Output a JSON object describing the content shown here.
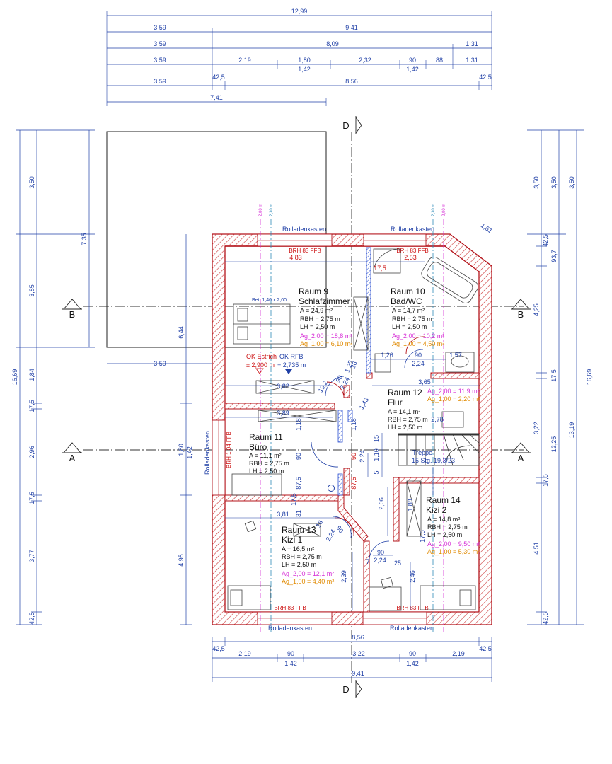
{
  "colors": {
    "wall": "#b3131a",
    "hatch": "#cc3333",
    "dimension": "#1f3fa6",
    "axis": "#333333",
    "ag2": "#d62fd6",
    "ag1": "#e08a00",
    "furniture": "#444444"
  },
  "top_dims": {
    "row1": [
      "12,99"
    ],
    "row2": [
      "3,59",
      "9,41"
    ],
    "row3": [
      "3,59",
      "8,09",
      "1,31"
    ],
    "row4": [
      "3,59",
      "2,19",
      "1,80",
      "2,32",
      "90",
      "88",
      "1,31"
    ],
    "row4_sub": [
      "1,42",
      "1,42"
    ],
    "row5": [
      "3,59",
      "42,5",
      "8,56",
      "42,5"
    ],
    "row6": [
      "7,41"
    ]
  },
  "bottom_dims": {
    "row1": [
      "42,5",
      "8,56",
      "42,5"
    ],
    "row2": [
      "2,19",
      "90",
      "3,22",
      "90",
      "2,19"
    ],
    "row2_sub": [
      "1,42",
      "1,42"
    ],
    "row3": [
      "9,41"
    ]
  },
  "left_dims": {
    "outer": [
      "16,69"
    ],
    "mid": [
      "3,50",
      "3,85",
      "1,84",
      "17,5",
      "2,96",
      "17,5",
      "3,77",
      "42,5"
    ],
    "inner": [
      "7,35"
    ],
    "wall_side": [
      "6,44",
      "1,80",
      "1,42",
      "4,95"
    ]
  },
  "right_dims": {
    "outer": [
      "16,69"
    ],
    "mid": [
      "3,50",
      "13,19"
    ],
    "inner": [
      "3,50",
      "42,5",
      "93,7",
      "4,25",
      "17,5",
      "3,22",
      "12,25",
      "17,5",
      "4,51",
      "42,5"
    ]
  },
  "sections": {
    "a": "A",
    "b": "B",
    "d": "D"
  },
  "labels": {
    "rolladen_top_left": "Rolladenkasten",
    "rolladen_top_right": "Rolladenkasten",
    "rolladen_bottom_left": "Rolladenkasten",
    "rolladen_bottom_right": "Rolladenkasten",
    "rolladen_left": "Rolladenkasten",
    "brh_top_left": "BRH 83 FFB",
    "brh_top_right": "BRH 83 FFB",
    "brh_left": "BRH 1,04 FFB",
    "brh_bottom_left": "BRH 83 FFB",
    "brh_bottom_right": "BRH 83 FFB",
    "h200_a": "2,00 m",
    "h230_a": "2,30 m",
    "h230_b": "2,30 m",
    "h200_b": "2,00 m",
    "bett": "Bett 1,40 x 2,00",
    "ok_estrich": "OK Estrich",
    "ok_estrich_val": "± 2,900 m",
    "ok_rfb": "OK RFB",
    "ok_rfb_val": "+ 2,735 m",
    "treppe": "Treppe",
    "treppe_val": "15 Stg. 19,3/23"
  },
  "inner_dims": {
    "d_483": "4,83",
    "d_253": "2,53",
    "d_175a": "17,5",
    "d_161": "1,61",
    "d_382": "3,82",
    "d_389": "3,89",
    "d_381": "3,81",
    "d_126": "1,26",
    "d_90a": "90",
    "d_157": "1,57",
    "d_224a": "2,24",
    "d_365": "3,65",
    "d_278": "2,78",
    "d_125": "1,25",
    "d_36": "36",
    "d_192": "19,2",
    "d_90b": "90",
    "d_224b": "2,24",
    "d_143": "1,43",
    "d_118a": "1,18",
    "d_118b": "1,18",
    "d_90c": "90",
    "d_90d": "90",
    "d_224c": "2,24",
    "d_15": "15",
    "d_110": "1,10",
    "d_5": "5",
    "d_875a": "87,5",
    "d_875b": "87,5",
    "d_175b": "17,5",
    "d_31": "31",
    "d_206": "2,06",
    "d_188": "1,88",
    "d_175c": "17,5",
    "d_90e": "90",
    "d_224d": "2,24",
    "d_25": "25",
    "d_16": "16",
    "d_224e": "2,24",
    "d_90f": "90",
    "d_7": "7",
    "d_239": "2,39",
    "d_246": "2,46"
  },
  "rooms": [
    {
      "name": "Raum 9",
      "sub": "Schlafzimmer",
      "a": "A = 24,9 m²",
      "rbh": "RBH = 2,75 m",
      "lh": "LH = 2,50 m",
      "ag2": "Ag_2,00 = 18,8 m²",
      "ag1": "Ag_1,00 = 6,10 m²"
    },
    {
      "name": "Raum 10",
      "sub": "Bad/WC",
      "a": "A = 14,7 m²",
      "rbh": "RBH = 2,75 m",
      "lh": "LH = 2,50 m",
      "ag2": "Ag_2,00 = 10,2 m²",
      "ag1": "Ag_1,00 = 4,50 m²"
    },
    {
      "name": "Raum 12",
      "sub": "Flur",
      "a": "A = 14,1 m²",
      "rbh": "RBH = 2,75 m",
      "lh": "LH = 2,50 m",
      "ag2": "Ag_2,00 = 11,9 m²",
      "ag1": "Ag_1,00 = 2,20 m²"
    },
    {
      "name": "Raum 11",
      "sub": "Büro",
      "a": "A = 11,1 m²",
      "rbh": "RBH = 2,75 m",
      "lh": "LH = 2,50 m"
    },
    {
      "name": "Raum 13",
      "sub": "Kizi 1",
      "a": "A = 16,5 m²",
      "rbh": "RBH = 2,75 m",
      "lh": "LH = 2,50 m",
      "ag2": "Ag_2,00 = 12,1 m²",
      "ag1": "Ag_1,00 = 4,40 m²"
    },
    {
      "name": "Raum 14",
      "sub": "Kizi 2",
      "a": "A = 14,8 m²",
      "rbh": "RBH = 2,75 m",
      "lh": "LH = 2,50 m",
      "ag2": "Ag_2,00 = 9,50 m²",
      "ag1": "Ag_1,00 = 5,30 m²"
    }
  ]
}
